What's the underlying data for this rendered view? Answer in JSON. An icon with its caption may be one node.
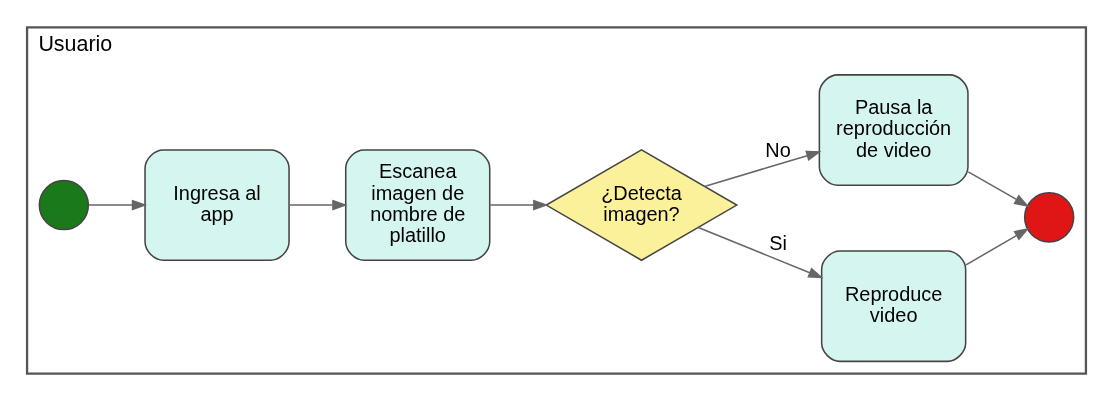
{
  "diagram": {
    "nodes": [
      {
        "text": [
          "Usuario"
        ]
      },
      {
        "text": [],
        "shape": "circle",
        "in": 0
      },
      {
        "text": [
          "Ingresa al app"
        ],
        "in": 0
      },
      {
        "text": [
          "Escanea imagen de nombre de platillo"
        ],
        "in": 0
      },
      {
        "text": [
          "¿Detecta imagen?"
        ],
        "in": 0
      },
      {
        "text": [
          "Reproduce video"
        ],
        "in": 0
      },
      {
        "text": [
          "Pausa la reproducción de video"
        ],
        "in": 0
      },
      {
        "text": [],
        "shape": "circle",
        "in": 0
      }
    ],
    "edges": [
      {
        "from": 1,
        "to": 2,
        "arrow": "to"
      },
      {
        "from": 2,
        "to": 3,
        "arrow": "to"
      },
      {
        "from": 3,
        "to": 4,
        "arrow": "to"
      },
      {
        "from": 4,
        "to": 5,
        "arrow": "to",
        "label": "Si"
      },
      {
        "from": 4,
        "to": 6,
        "arrow": "to",
        "label": "No"
      },
      {
        "from": 5,
        "to": 7,
        "arrow": "to"
      },
      {
        "from": 6,
        "to": 7,
        "arrow": "to"
      }
    ]
  }
}
